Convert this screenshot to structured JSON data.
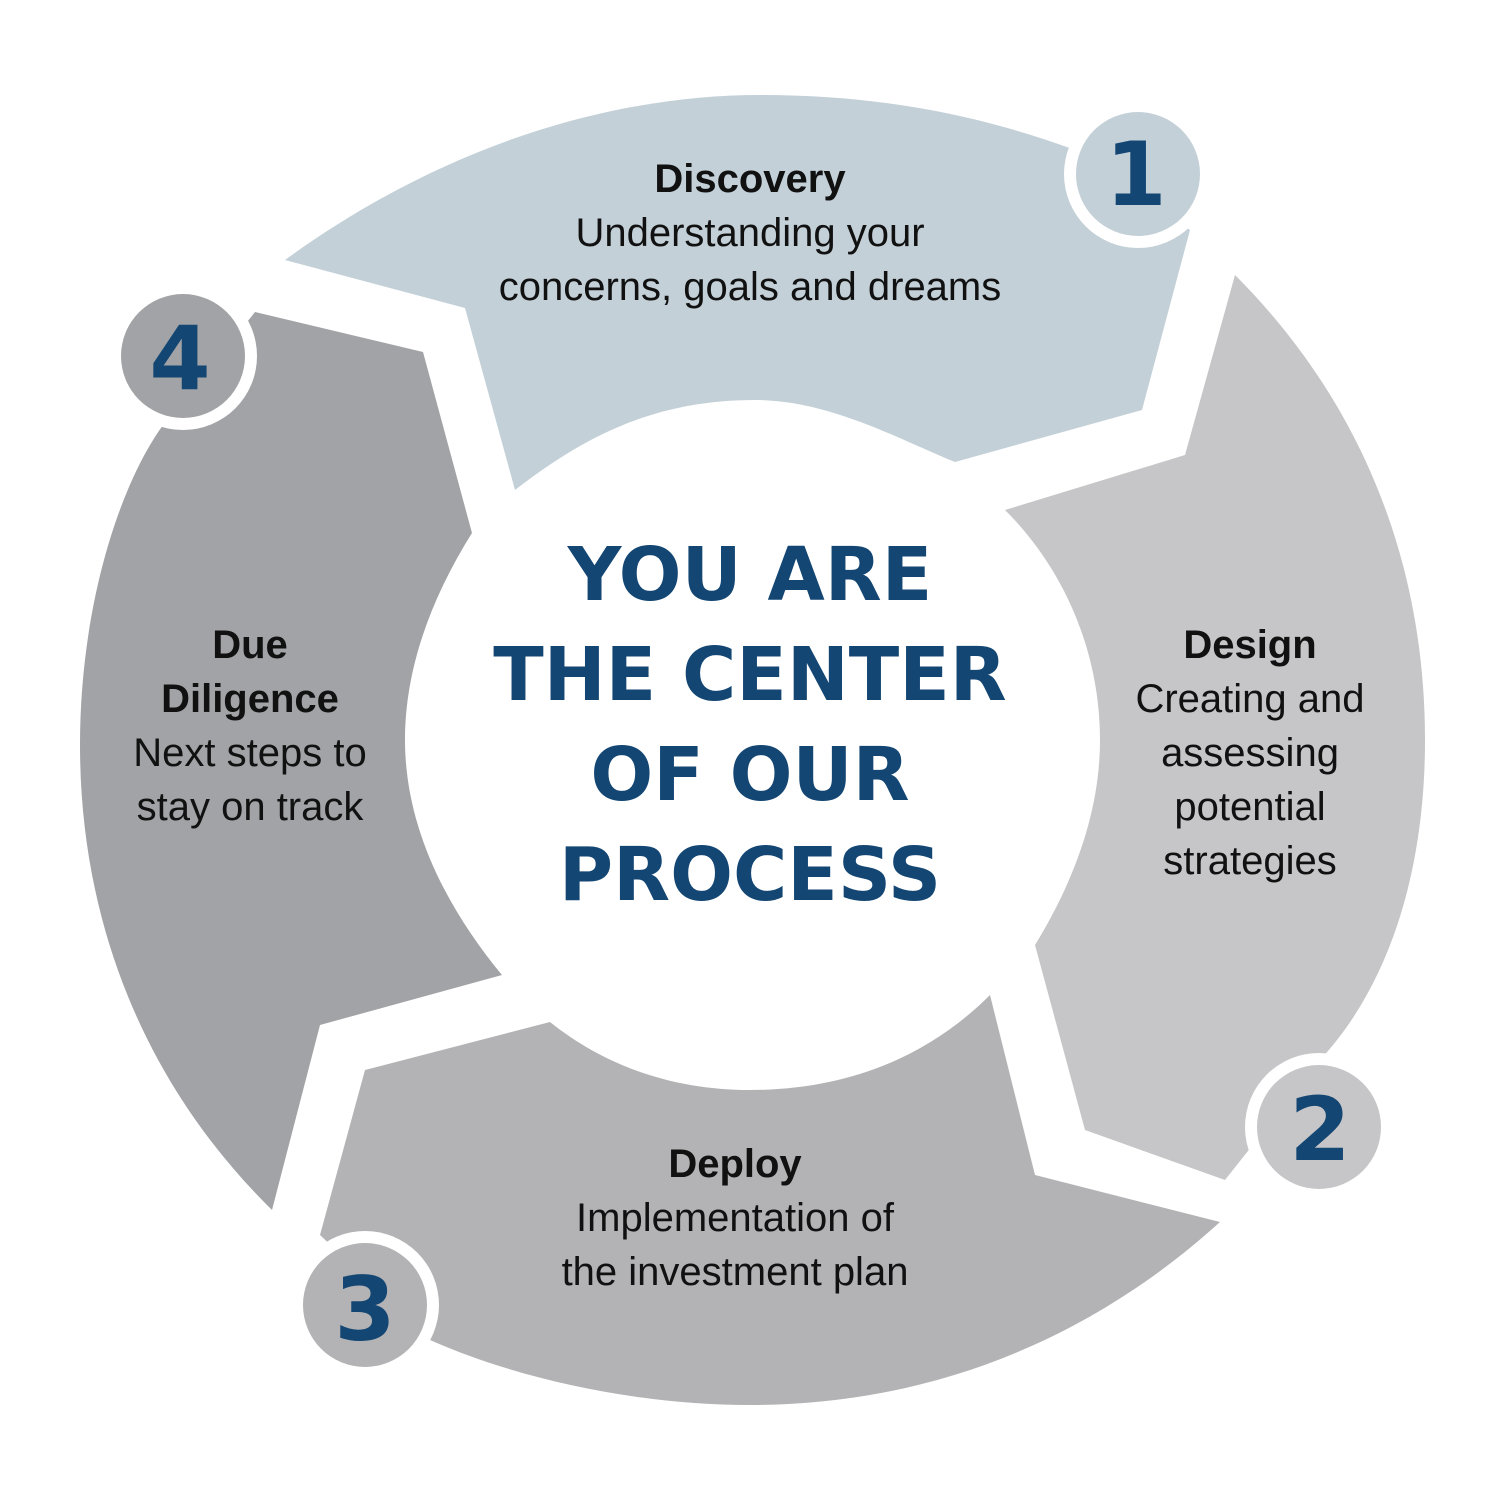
{
  "center_text": [
    "YOU ARE",
    "THE CENTER",
    "OF OUR",
    "PROCESS"
  ],
  "colors": {
    "accent": "#134673",
    "step1": "#c3d0d8",
    "step2": "#c6c6c8",
    "step3": "#b3b3b5",
    "step4": "#a2a3a6",
    "text": "#111111"
  },
  "steps": [
    {
      "number": "1",
      "title": "Discovery",
      "lines": [
        "Understanding your",
        "concerns, goals and dreams"
      ]
    },
    {
      "number": "2",
      "title": "Design",
      "lines": [
        "Creating and",
        "assessing",
        "potential",
        "strategies"
      ]
    },
    {
      "number": "3",
      "title": "Deploy",
      "lines": [
        "Implementation of",
        "the investment plan"
      ]
    },
    {
      "number": "4",
      "title_lines": [
        "Due",
        "Diligence"
      ],
      "lines": [
        "Next steps to",
        "stay on track"
      ]
    }
  ]
}
